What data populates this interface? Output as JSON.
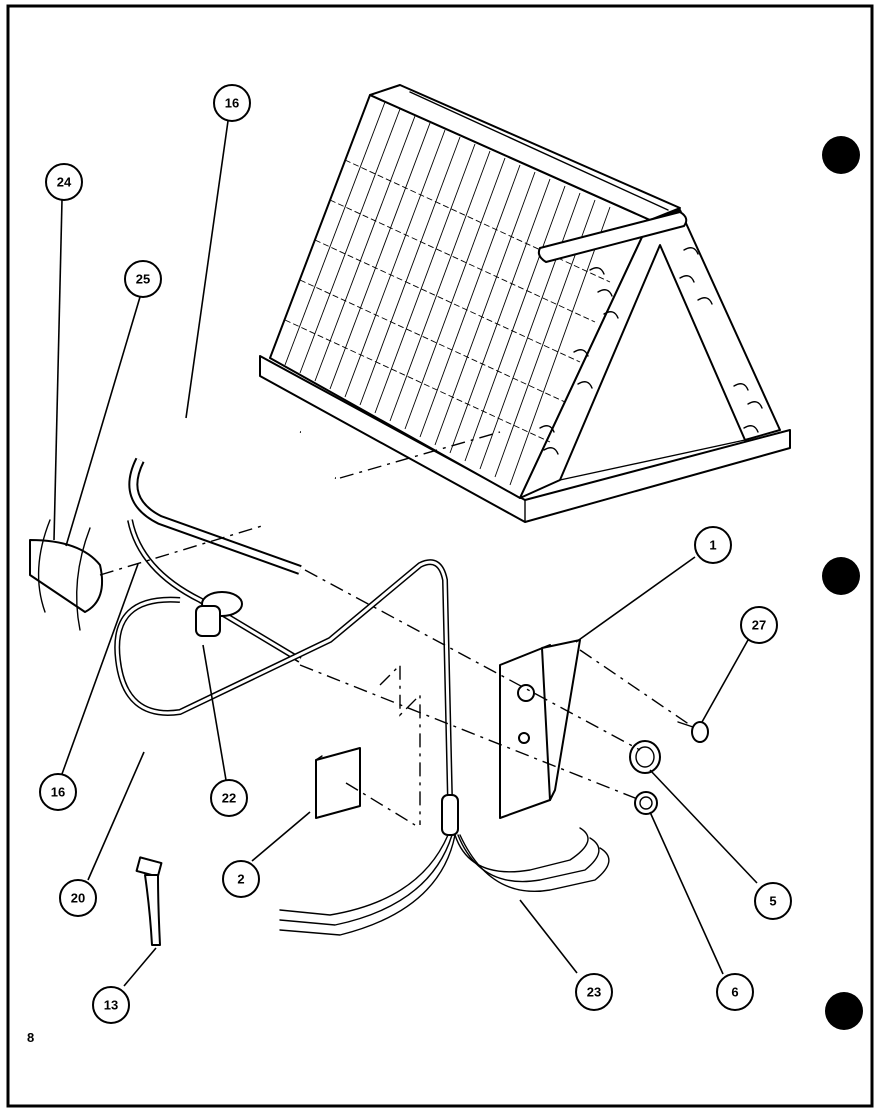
{
  "page": {
    "number": "8"
  },
  "diagram": {
    "callouts": [
      {
        "label": "16"
      },
      {
        "label": "24"
      },
      {
        "label": "25"
      },
      {
        "label": "1"
      },
      {
        "label": "27"
      },
      {
        "label": "16"
      },
      {
        "label": "22"
      },
      {
        "label": "5"
      },
      {
        "label": "2"
      },
      {
        "label": "20"
      },
      {
        "label": "6"
      },
      {
        "label": "23"
      },
      {
        "label": "13"
      }
    ]
  }
}
